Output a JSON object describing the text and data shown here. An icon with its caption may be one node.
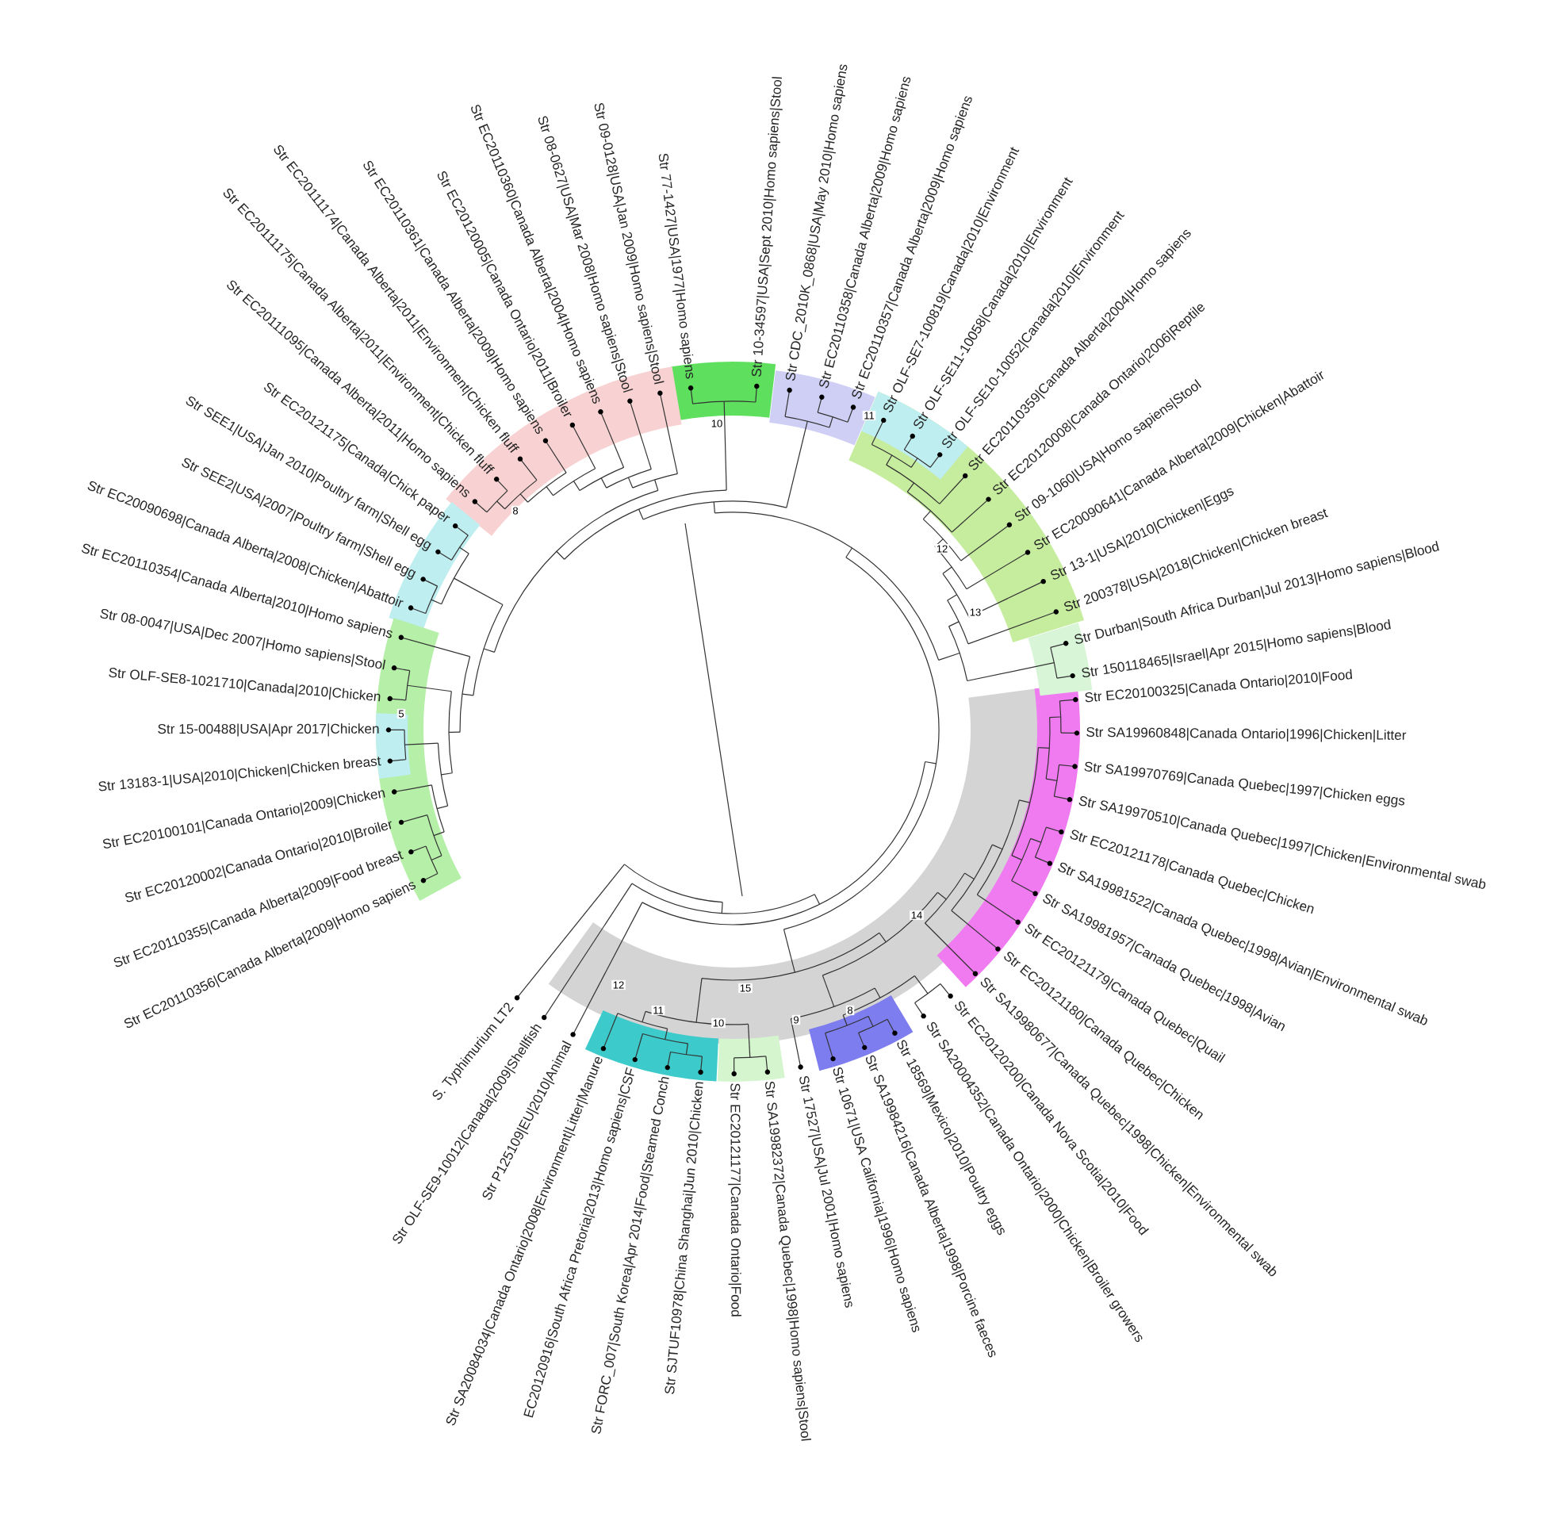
{
  "diagram": {
    "labels": [
      "Str EC20110356|Canada Alberta|2009|Homo sapiens",
      "Str EC20110355|Canada Alberta|2009|Food breast",
      "Str EC20120002|Canada Ontario|2010|Broiler",
      "Str EC20100101|Canada Ontario|2009|Chicken",
      "Str 13183-1|USA|2010|Chicken|Chicken breast",
      "Str 15-00488|USA|Apr 2017|Chicken",
      "Str OLF-SE8-1021710|Canada|2010|Chicken",
      "Str 08-0047|USA|Dec 2007|Homo sapiens|Stool",
      "Str EC20110354|Canada Alberta|2010|Homo sapiens",
      "Str EC20090698|Canada Alberta|2008|Chicken|Abattoir",
      "Str SEE2|USA|2007|Poultry farm|Shell egg",
      "Str SEE1|USA|Jan 2010|Poultry farm|Shell egg",
      "Str EC20121175|Canada|Chick paper",
      "Str EC20111095|Canada Alberta|2011|Homo sapiens",
      "Str EC20111175|Canada Alberta|2011|Environment|Chicken fluff",
      "Str EC20111174|Canada Alberta|2011|Environment|Chicken fluff",
      "Str EC20110361|Canada Alberta|2009|Homo sapiens",
      "Str EC20120005|Canada Ontario|2011|Broiler",
      "Str EC20110360|Canada Alberta|2004|Homo sapiens",
      "Str 08-0627|USA|Mar 2008|Homo sapiens|Stool",
      "Str 09-0128|USA|Jan 2009|Homo sapiens|Stool",
      "Str 77-1427|USA|1977|Homo sapiens",
      "Str 10-34597|USA|Sept 2010|Homo sapiens|Stool",
      "Str CDC_2010K_0868|USA|May 2010|Homo sapiens",
      "Str EC20110358|Canada Alberta|2009|Homo sapiens",
      "Str EC20110357|Canada Alberta|2009|Homo sapiens",
      "Str OLF-SE7-100819|Canada|2010|Environment",
      "Str OLF-SE11-10058|Canada|2010|Environment",
      "Str OLF-SE10-10052|Canada|2010|Environment",
      "Str EC20110359|Canada Alberta|2004|Homo sapiens",
      "Str EC20120008|Canada Ontario|2006|Reptile",
      "Str 09-1060|USA|Homo sapiens|Stool",
      "Str EC20090641|Canada Alberta|2009|Chicken|Abattoir",
      "Str 13-1|USA|2010|Chicken|Eggs",
      "Str 200378|USA|2018|Chicken|Chicken breast",
      "Str Durban|South Africa Durban|Jul 2013|Homo sapiens|Blood",
      "Str 150118465|Israel|Apr 2015|Homo sapiens|Blood",
      "Str EC20100325|Canada Ontario|2010|Food",
      "Str SA19960848|Canada Ontario|1996|Chicken|Litter",
      "Str SA19970769|Canada Quebec|1997|Chicken eggs",
      "Str SA19970510|Canada Quebec|1997|Chicken|Environmental swab",
      "Str EC20121178|Canada Quebec|Chicken",
      "Str SA19981522|Canada Quebec|1998|Avian|Environmental swab",
      "Str SA19981957|Canada Quebec|1998|Avian",
      "Str EC20121179|Canada Quebec|Quail",
      "Str EC20121180|Canada Quebec|Chicken",
      "Str SA19980677|Canada Quebec|1998|Chicken|Environmental swab",
      "Str EC20120200|Canada Nova Scotia|2010|Food",
      "Str SA20004352|Canada Ontario|2000|Chicken|Broiler growers",
      "Str 18569|Mexico|2010|Poultry eggs",
      "Str SA19984216|Canada Alberta|1998|Porcine faeces",
      "Str 10671|USA California|1996|Homo sapiens",
      "Str 17527|USA|Jul 2001|Homo sapiens",
      "Str SA19982372|Canada Quebec|1998|Homo sapiens|Stool",
      "Str EC20121177|Canada Ontario|Food",
      "Str SJTUF10978|China Shanghai|Jun 2010|Chicken",
      "Str FORC_007|South Korea|Apr 2014|Food|Steamed Conch",
      "EC20120916|South Africa Pretoria|2013|Homo sapiens|CSF",
      "Str SA20084034|Canada Ontario|2008|Environment|Litter|Manure",
      "Str P125109|EU|2010|Animal",
      "Str OLF-SE9-10012|Canada|2009|Shellfish",
      "S. Typhimurium LT2",
      "8",
      "10",
      "11",
      "5",
      "12",
      "13",
      "14",
      "12",
      "11",
      "15",
      "10",
      "9",
      "8"
    ]
  }
}
